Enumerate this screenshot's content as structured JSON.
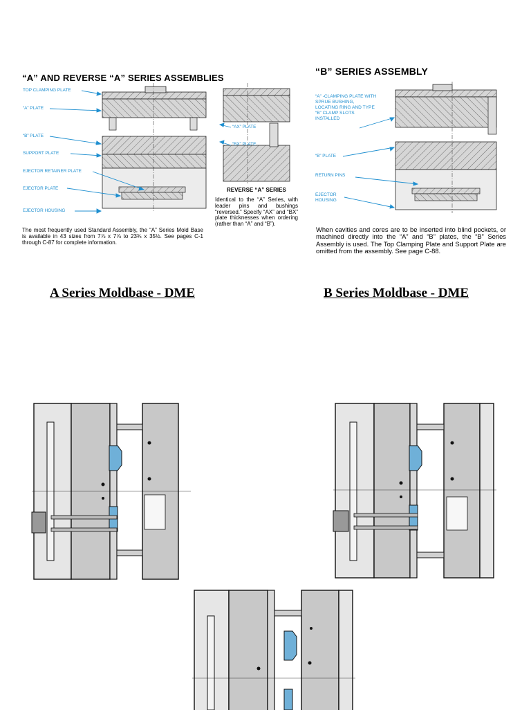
{
  "a_series": {
    "heading": "“A” AND REVERSE “A” SERIES ASSEMBLIES",
    "labels": {
      "top_clamping_plate": "TOP CLAMPING PLATE",
      "a_plate": "“A” PLATE",
      "b_plate": "“B” PLATE",
      "support_plate": "SUPPORT PLATE",
      "ejector_retainer_plate": "EJECTOR RETAINER PLATE",
      "ejector_plate": "EJECTOR PLATE",
      "ejector_housing": "EJECTOR HOUSING",
      "ax_plate": "“AX” PLATE",
      "bx_plate": "“BX” PLATE"
    },
    "reverse_title": "REVERSE “A” SERIES",
    "reverse_caption": "Identical to the “A” Series, with leader pins and bushings “reversed.” Specify “AX” and “BX” plate thicknesses when ordering (rather than “A” and “B”).",
    "caption": "The most frequently used Standard Assembly, the “A” Series Mold Base is available in 43 sizes from 7⅞ x 7⅞ to 23¾ x 35½. See pages C-1 through C-87 for complete information.",
    "page_title": "A Series Moldbase - DME"
  },
  "b_series": {
    "heading": "“B” SERIES ASSEMBLY",
    "labels": {
      "a_clamping_plate": "“A” -CLAMPING PLATE WITH SPRUE BUSHING, LOCATING RING AND TYPE “B” CLAMP SLOTS INSTALLED",
      "b_plate": "“B” PLATE",
      "return_pins": "RETURN PINS",
      "ejector_housing": "EJECTOR HOUSING"
    },
    "caption": "When cavities and cores are to be inserted into blind pockets, or machined directly into the “A” and “B” plates, the “B” Series Assembly is used. The Top Clamping Plate and Support Plate are omitted from the assembly. See page C-88.",
    "page_title": "B Series Moldbase - DME"
  },
  "colors": {
    "label_blue": "#1f8fd0",
    "plate_gray": "#c8c8c8",
    "light_gray": "#e6e6e6",
    "cavity_blue": "#6fb0d8"
  }
}
